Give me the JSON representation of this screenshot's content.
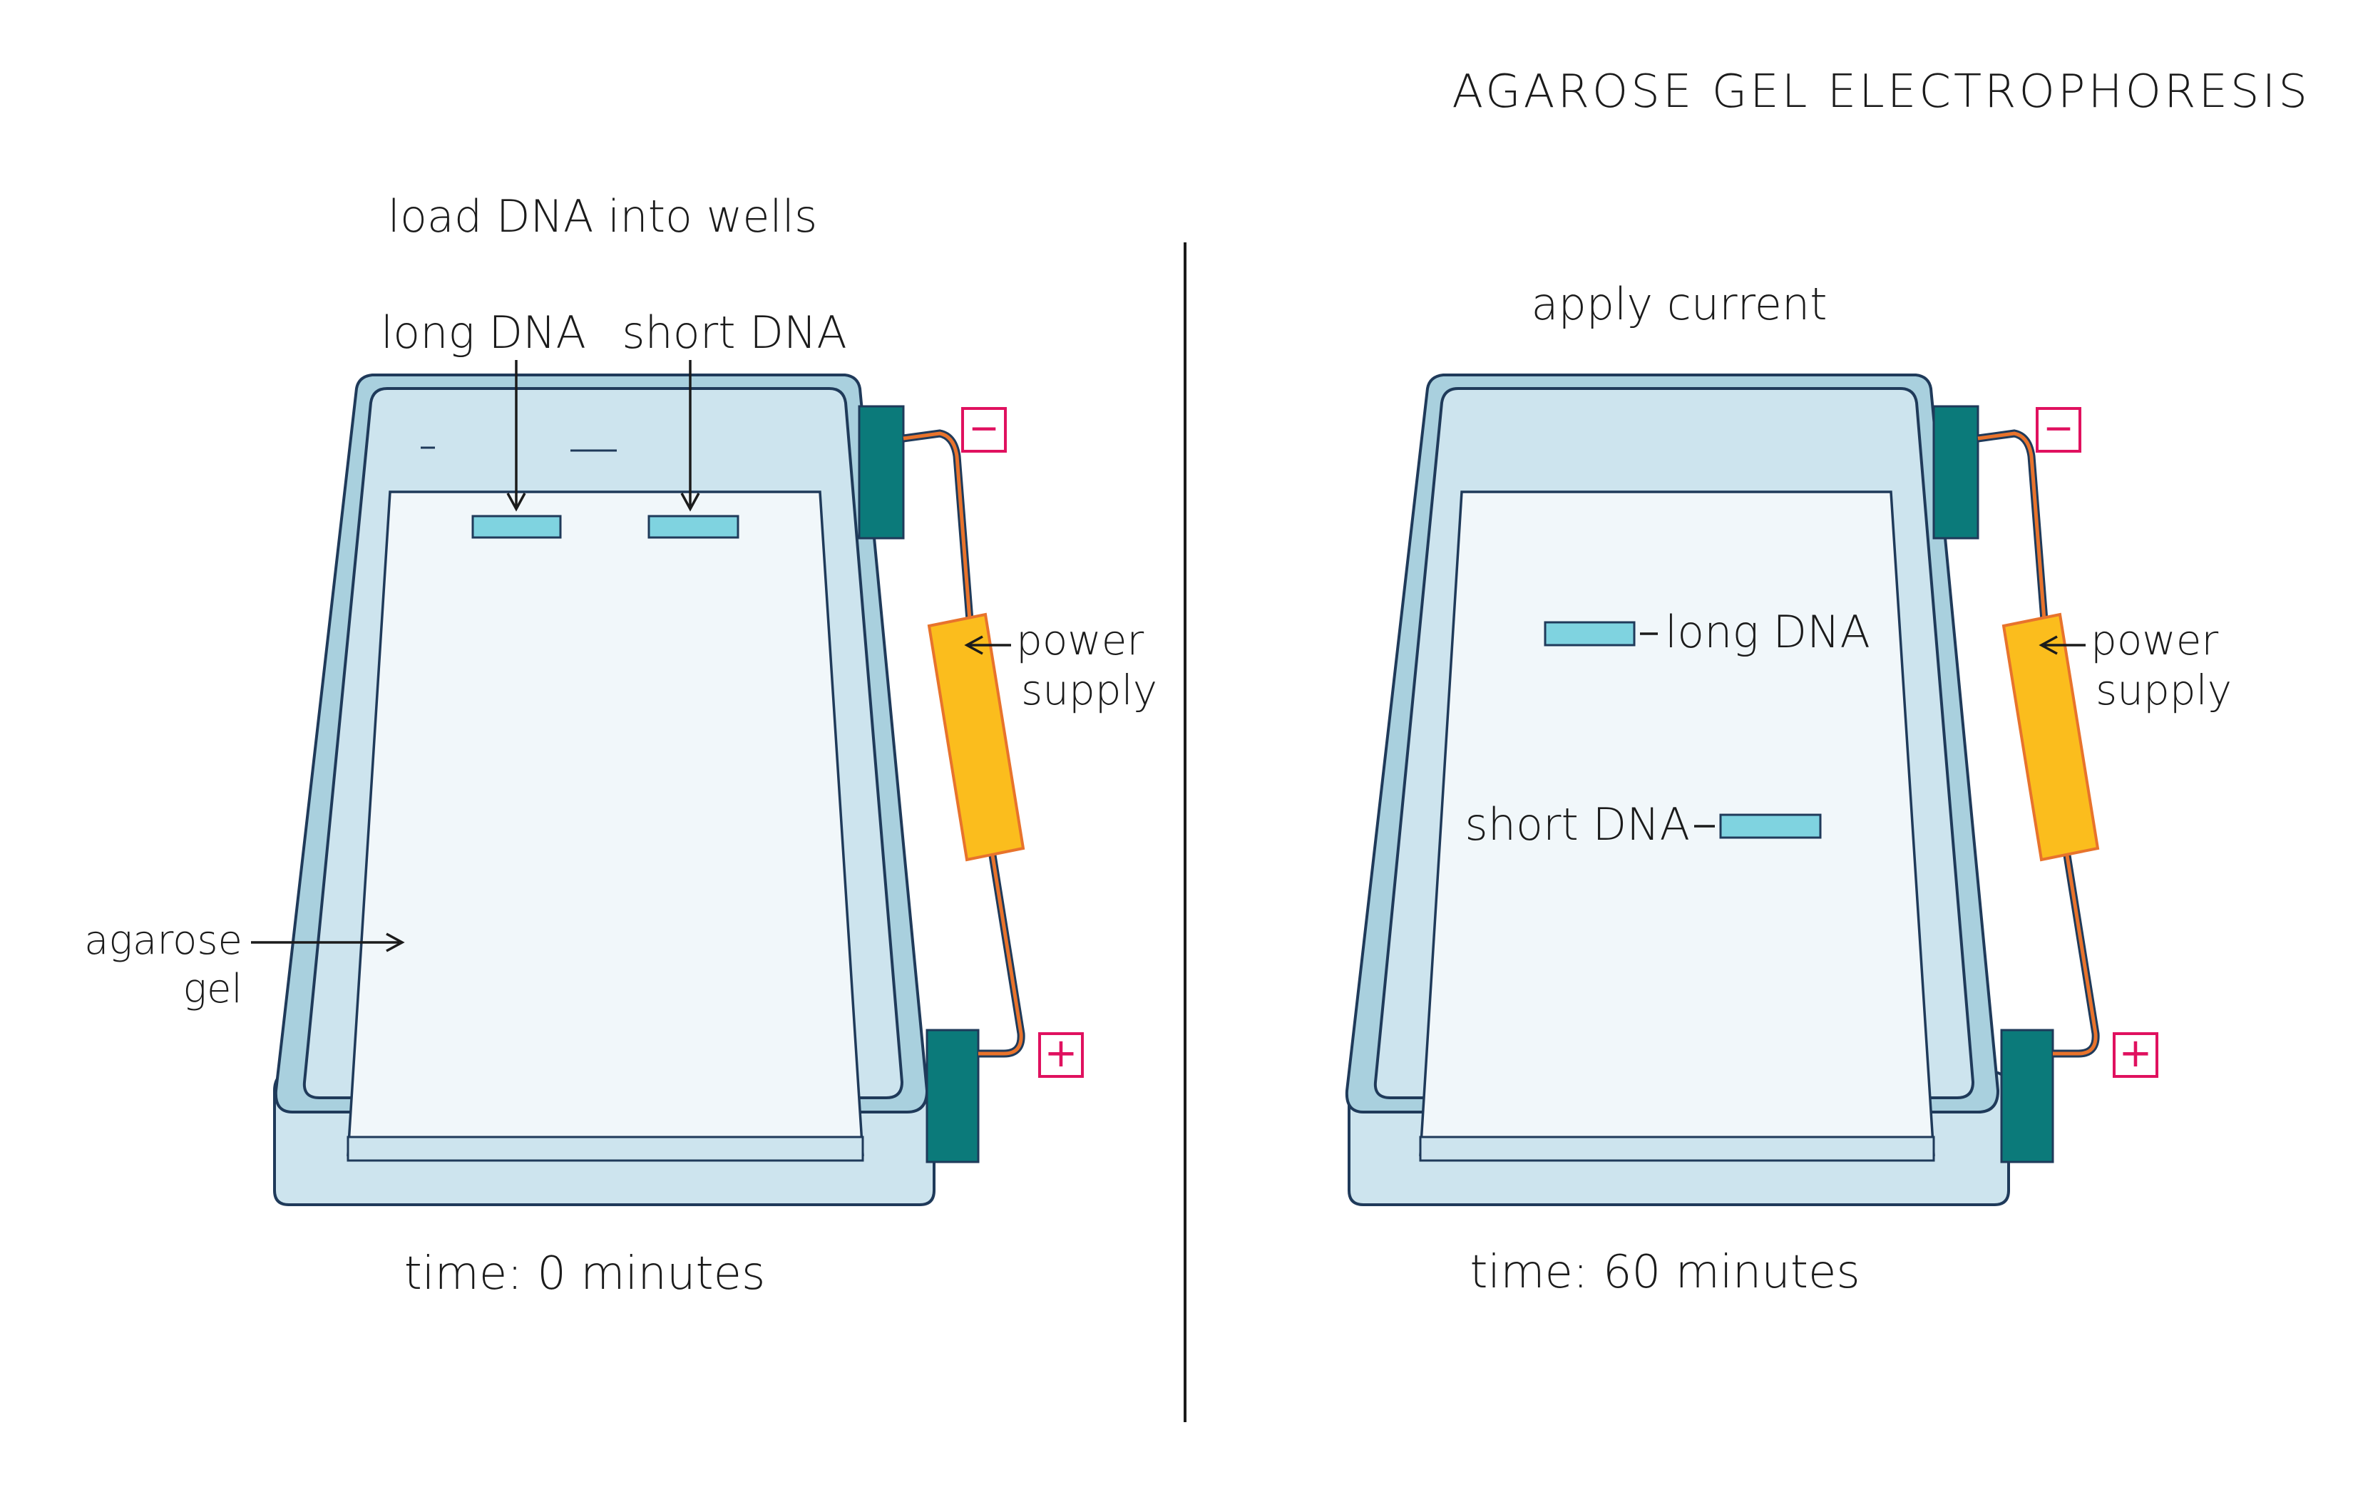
{
  "title": "AGAROSE GEL ELECTROPHORESIS",
  "panels": [
    {
      "heading": "load DNA into wells",
      "label_long_dna": "long DNA",
      "label_short_dna": "short DNA",
      "label_gel_line1": "agarose",
      "label_gel_line2": "gel",
      "label_power_line1": "power",
      "label_power_line2": "supply",
      "minus_sign": "−",
      "plus_sign": "+",
      "time": "time: 0 minutes"
    },
    {
      "heading": "apply current",
      "label_long_dna": "long DNA",
      "label_short_dna": "short DNA",
      "label_power_line1": "power",
      "label_power_line2": "supply",
      "minus_sign": "−",
      "plus_sign": "+",
      "time": "time: 60 minutes"
    }
  ],
  "colors": {
    "outline": "#1f3a5a",
    "tray_fill": "#cde4ee",
    "tray_side": "#a9d0de",
    "gel_fill": "#f1f7fa",
    "band": "#7fd3e0",
    "electrode": "#0b7a7a",
    "power_supply": "#fbbd1d",
    "wire": "#e8732c",
    "sign": "#e0115f"
  }
}
